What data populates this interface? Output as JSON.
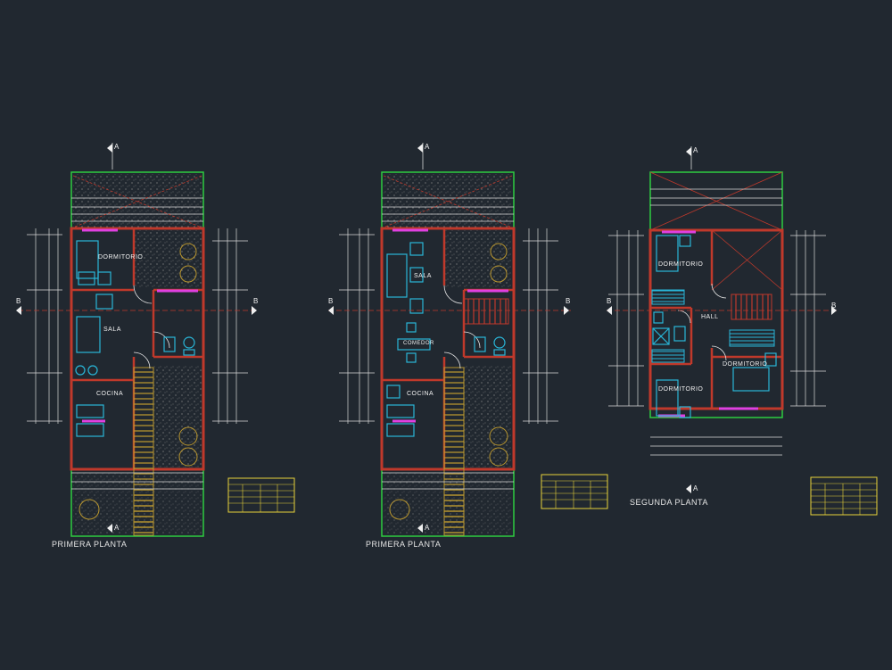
{
  "colors": {
    "background": "#212830",
    "wall": "#c0392b",
    "outline": "#2ecc40",
    "furniture": "#29b6d8",
    "door": "#e040e0",
    "table": "#e8d23a",
    "dim": "#d8d8d8",
    "hatch": "#b9962e"
  },
  "plans": [
    {
      "title": "PRIMERA PLANTA",
      "rooms": {
        "bedroom": "DORMITORIO",
        "living": "SALA",
        "kitchen": "COCINA"
      }
    },
    {
      "title": "PRIMERA PLANTA",
      "rooms": {
        "living": "SALA",
        "dining": "COMEDOR",
        "kitchen": "COCINA"
      }
    },
    {
      "title": "SEGUNDA PLANTA",
      "rooms": {
        "bedroom_top": "DORMITORIO",
        "hall": "HALL",
        "bedroom_right": "DORMITORIO",
        "bedroom_bottom": "DORMITORIO"
      }
    }
  ],
  "section_marks": {
    "a": "A",
    "b": "B"
  }
}
